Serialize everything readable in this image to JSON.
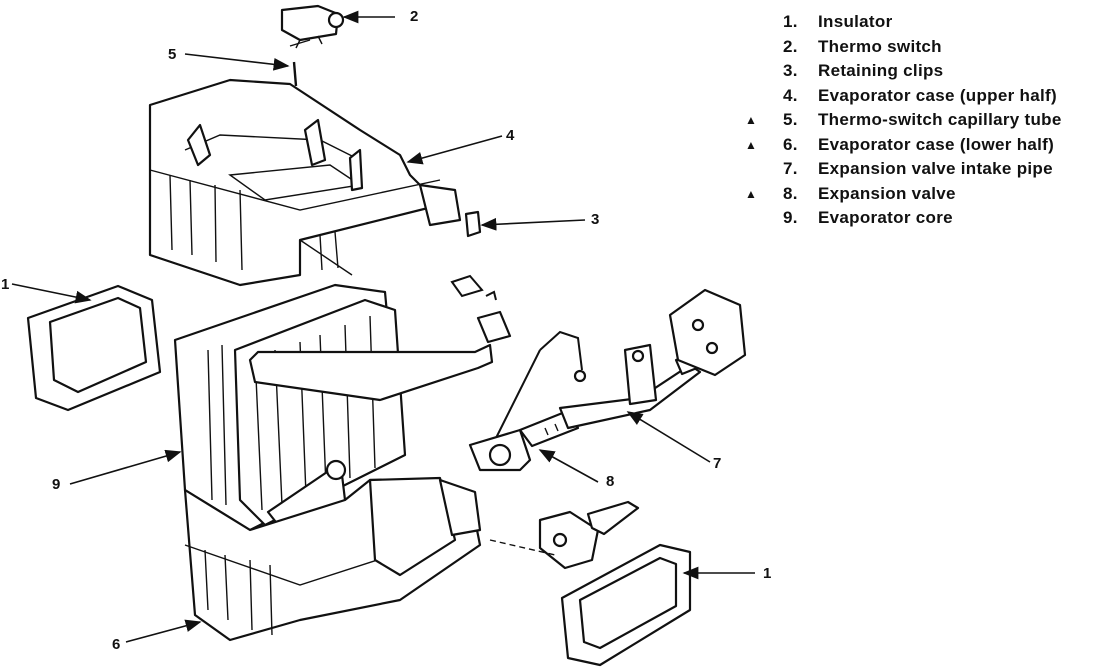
{
  "legend": {
    "items": [
      {
        "num": "1.",
        "text": "Insulator",
        "marker": ""
      },
      {
        "num": "2.",
        "text": "Thermo switch",
        "marker": ""
      },
      {
        "num": "3.",
        "text": "Retaining clips",
        "marker": ""
      },
      {
        "num": "4.",
        "text": "Evaporator case (upper half)",
        "marker": ""
      },
      {
        "num": "5.",
        "text": "Thermo-switch capillary tube",
        "marker": "▲"
      },
      {
        "num": "6.",
        "text": "Evaporator case (lower half)",
        "marker": "▲"
      },
      {
        "num": "7.",
        "text": "Expansion valve intake pipe",
        "marker": ""
      },
      {
        "num": "8.",
        "text": "Expansion valve",
        "marker": "▲"
      },
      {
        "num": "9.",
        "text": "Evaporator core",
        "marker": ""
      }
    ]
  },
  "callouts": {
    "c2": "2",
    "c5": "5",
    "c4": "4",
    "c3": "3",
    "c1_left": "1",
    "c9": "9",
    "c8": "8",
    "c7": "7",
    "c1_right": "1",
    "c6": "6"
  }
}
